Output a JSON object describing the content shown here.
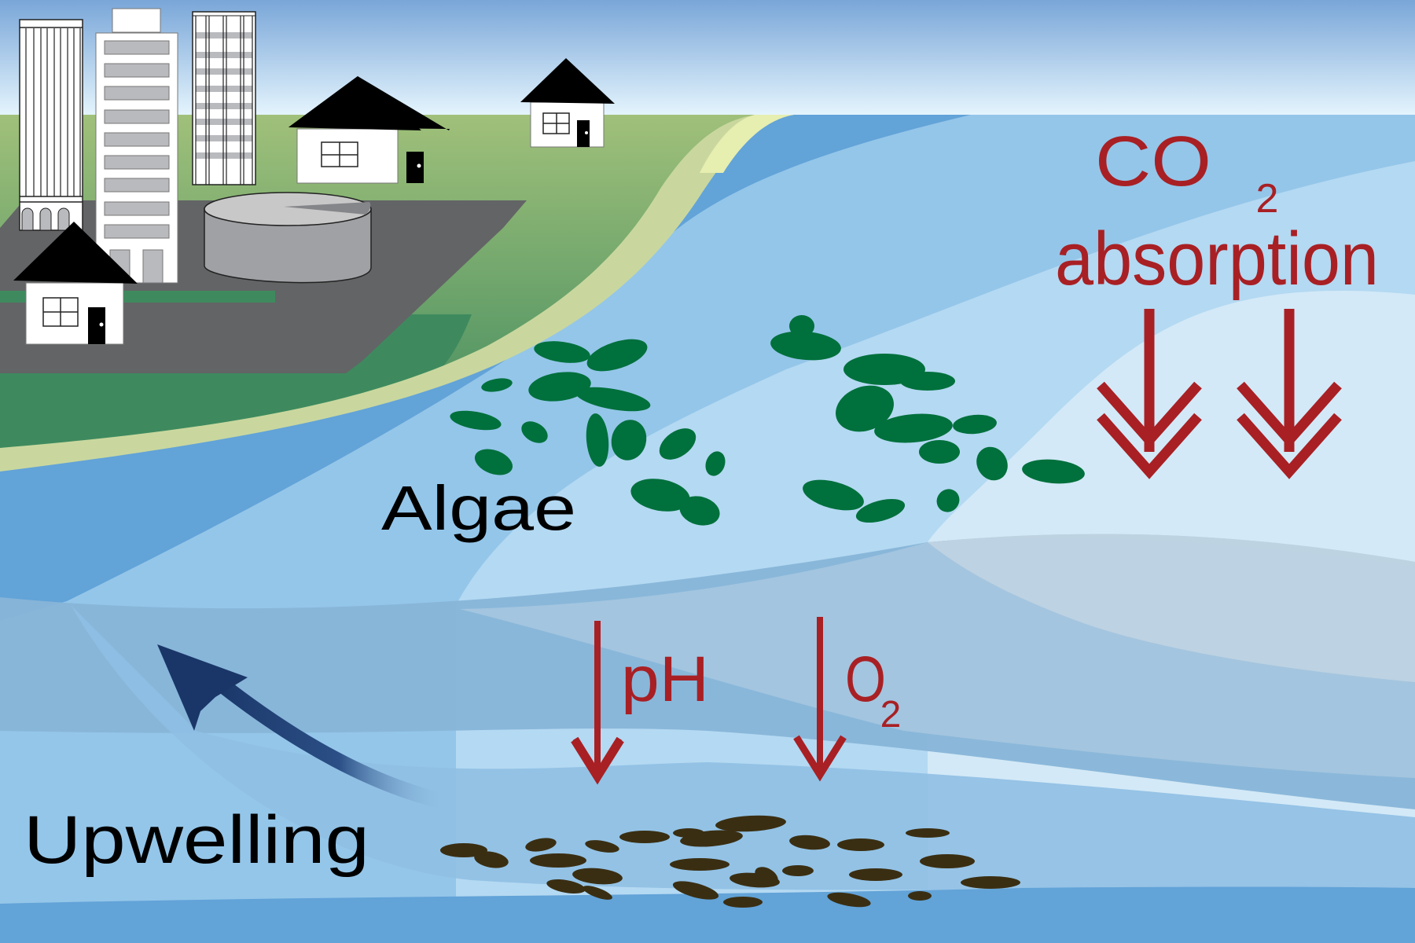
{
  "diagram": {
    "labels": {
      "co2_main": "CO",
      "co2_sub": "2",
      "absorption": "absorption",
      "algae": "Algae",
      "ph": "pH",
      "o2_main": "O",
      "o2_sub": "2",
      "upwelling": "Upwelling"
    },
    "indicators": {
      "co2_absorption": "increase (downward double-chevron arrows, ×2)",
      "ph": "decrease (downward arrow)",
      "o2": "decrease (downward arrow)",
      "upwelling": "deep water rising toward shore (curved arrow)"
    },
    "scene_elements": [
      "city towers",
      "houses",
      "wastewater treatment tank",
      "beach",
      "green algae bloom",
      "dead algae / sediment"
    ],
    "colors": {
      "sky_top": "#7ba7d8",
      "sky_bottom": "#e3f3fc",
      "land_green": "#3e8a5e",
      "field_green": "#8db276",
      "road_gray": "#636466",
      "beach": "#c8d6a0",
      "ocean_deep": "#5ea0d6",
      "ocean_mid": "#93c5e8",
      "ocean_light": "#b5daf2",
      "ocean_lightest": "#d3e9f7",
      "algae_green": "#00703c",
      "dead_algae": "#3a2e12",
      "accent_red": "#a82024",
      "upwelling_arrow": "#1a3668"
    }
  }
}
